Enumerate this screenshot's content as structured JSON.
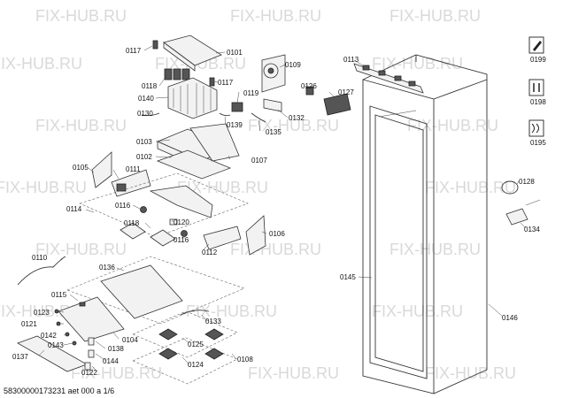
{
  "watermark": "FIX-HUB.RU",
  "footer_text": "58300000173231 aet 000 a 1/6",
  "labels": {
    "l0101": "0101",
    "l0102": "0102",
    "l0103": "0103",
    "l0104": "0104",
    "l0105": "0105",
    "l0106": "0106",
    "l0107": "0107",
    "l0108": "0108",
    "l0109": "0109",
    "l0110": "0110",
    "l0111": "0111",
    "l0112": "0112",
    "l0113": "0113",
    "l0114": "0114",
    "l0115": "0115",
    "l0116a": "0116",
    "l0116b": "0116",
    "l0117a": "0117",
    "l0117b": "0117",
    "l0118": "0118",
    "l0119": "0119",
    "l0120": "0120",
    "l0121": "0121",
    "l0122": "0122",
    "l0123": "0123",
    "l0124": "0124",
    "l0125": "0125",
    "l0126": "0126",
    "l0127": "0127",
    "l0128": "0128",
    "l0130": "0130",
    "l0132": "0132",
    "l0133": "0133",
    "l0134": "0134",
    "l0135": "0135",
    "l0136": "0136",
    "l0137": "0137",
    "l0138": "0138",
    "l0139": "0139",
    "l0140": "0140",
    "l0142": "0142",
    "l0143": "0143",
    "l0144": "0144",
    "l0145": "0145",
    "l0146": "0146",
    "l0195": "0195",
    "l0198": "0198",
    "l0199": "0199"
  }
}
